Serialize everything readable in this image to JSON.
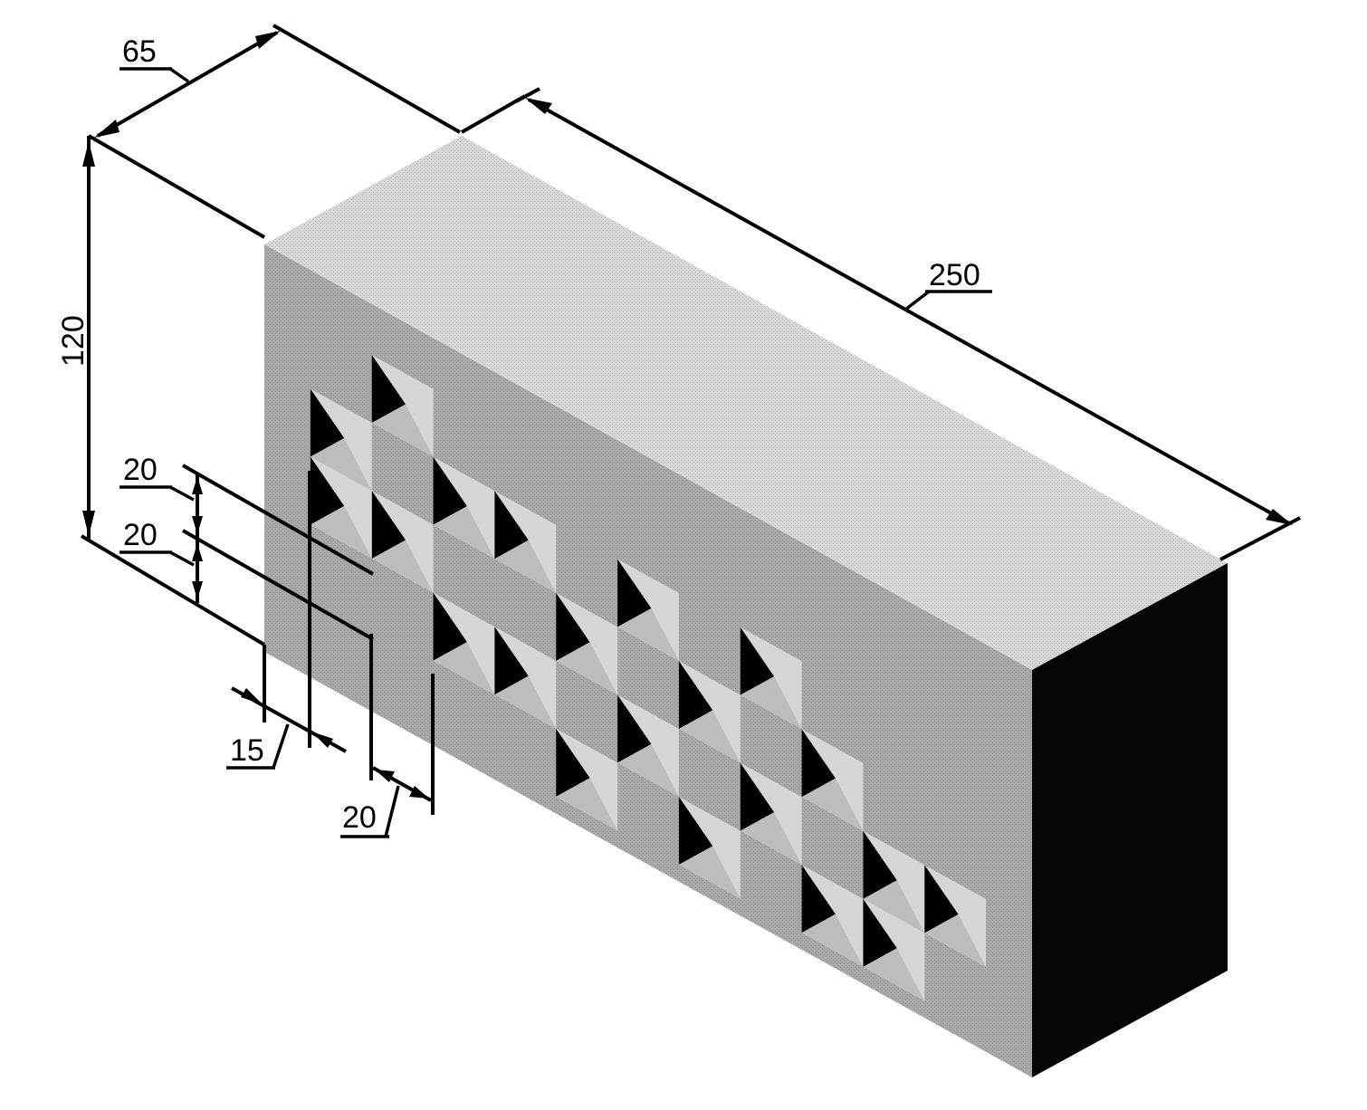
{
  "dimensions": {
    "depth": "65",
    "length": "250",
    "height": "120",
    "hole_height_1": "20",
    "hole_height_2": "20",
    "edge_offset": "15",
    "hole_width": "20"
  },
  "colors": {
    "top_face": "#d8d8d8",
    "front_face": "#a8a8a8",
    "side_face": "#050505",
    "hole_dark": "#000000",
    "hole_light": "#d6d6d6",
    "hole_mid": "#bdbdbd",
    "lines": "#000000"
  }
}
